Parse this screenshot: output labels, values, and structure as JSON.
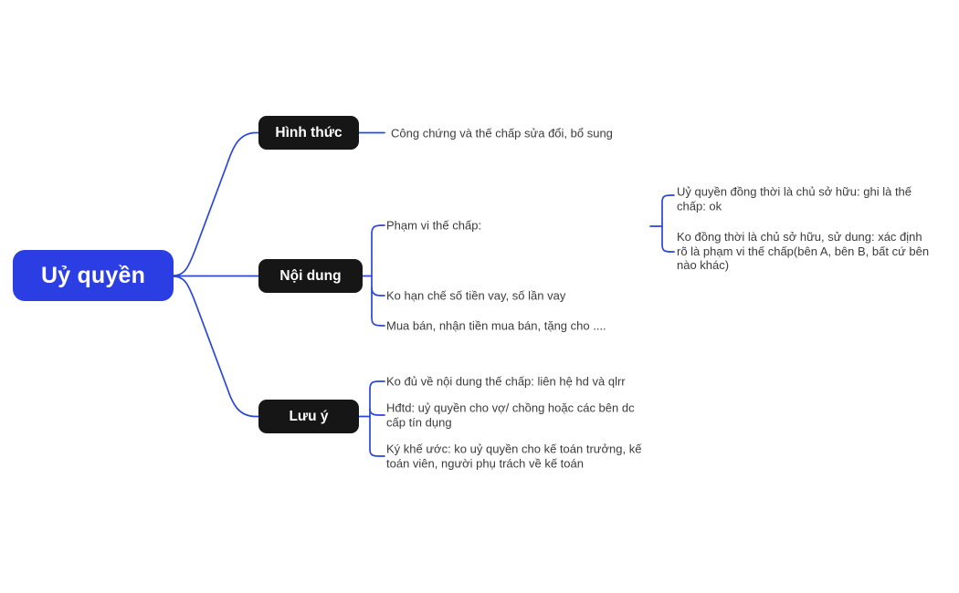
{
  "colors": {
    "root_fill": "#2B3EE3",
    "branch_fill": "#161616",
    "connector": "#2B46DB",
    "leaf_text": "#3c3c3c",
    "node_text": "#ffffff",
    "background": "#ffffff"
  },
  "mindmap": {
    "root": {
      "label": "Uỷ quyền"
    },
    "branches": [
      {
        "label": "Hình thức",
        "leaves": [
          {
            "text": "Công chứng và thế chấp sửa đổi, bổ sung"
          }
        ]
      },
      {
        "label": "Nội dung",
        "leaves": [
          {
            "text": "Phạm vi thế chấp:",
            "children": [
              {
                "text": "Uỷ quyền đồng thời là chủ sở hữu: ghi là thế\nchấp: ok"
              },
              {
                "text": "Ko đồng thời là chủ sở hữu, sử dung: xác định\nrõ là phạm vi thế chấp(bên A, bên B, bất cứ bên\nnào khác)"
              }
            ]
          },
          {
            "text": "Ko hạn chế số tiền vay, số lần vay"
          },
          {
            "text": "Mua bán, nhận tiền mua bán, tặng cho ...."
          }
        ]
      },
      {
        "label": "Lưu ý",
        "leaves": [
          {
            "text": "Ko đủ về nội dung thế chấp: liên hệ hd và qlrr"
          },
          {
            "text": "Hđtd: uỷ quyền cho vợ/ chồng hoặc các bên dc\ncấp tín dụng"
          },
          {
            "text": "Ký khế ước: ko uỷ quyền cho kế toán trưởng, kế\ntoán viên, người phụ trách về kế toán"
          }
        ]
      }
    ]
  }
}
